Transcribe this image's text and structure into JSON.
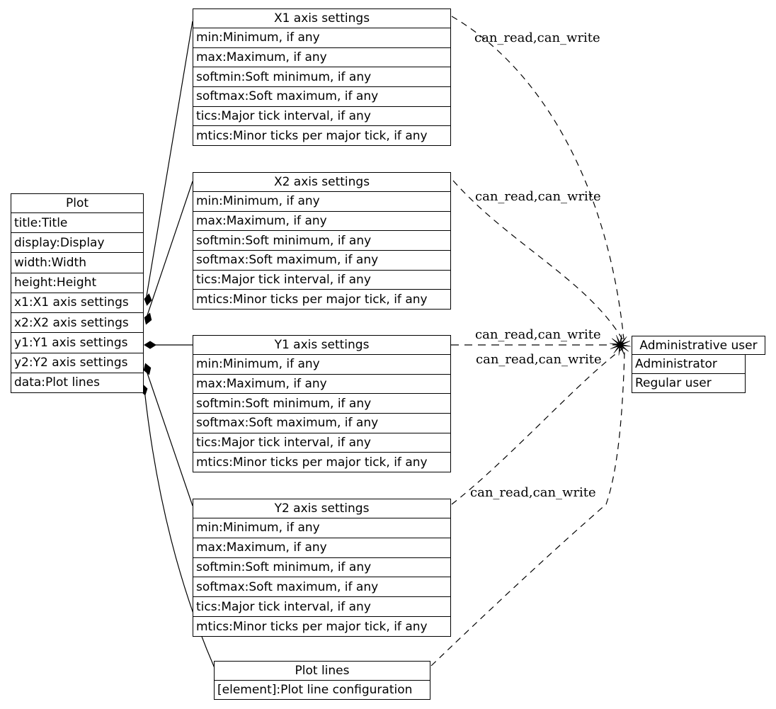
{
  "nodes": {
    "plot": {
      "title": "Plot",
      "fields": [
        "title:Title",
        "display:Display",
        "width:Width",
        "height:Height",
        "x1:X1 axis settings",
        "x2:X2 axis settings",
        "y1:Y1 axis settings",
        "y2:Y2 axis settings",
        "data:Plot lines"
      ]
    },
    "x1_axis": {
      "title": "X1 axis settings",
      "fields": [
        "min:Minimum, if any",
        "max:Maximum, if any",
        "softmin:Soft minimum, if any",
        "softmax:Soft maximum, if any",
        "tics:Major tick interval, if any",
        "mtics:Minor ticks per major tick, if any"
      ]
    },
    "x2_axis": {
      "title": "X2 axis settings",
      "fields": [
        "min:Minimum, if any",
        "max:Maximum, if any",
        "softmin:Soft minimum, if any",
        "softmax:Soft maximum, if any",
        "tics:Major tick interval, if any",
        "mtics:Minor ticks per major tick, if any"
      ]
    },
    "y1_axis": {
      "title": "Y1 axis settings",
      "fields": [
        "min:Minimum, if any",
        "max:Maximum, if any",
        "softmin:Soft minimum, if any",
        "softmax:Soft maximum, if any",
        "tics:Major tick interval, if any",
        "mtics:Minor ticks per major tick, if any"
      ]
    },
    "y2_axis": {
      "title": "Y2 axis settings",
      "fields": [
        "min:Minimum, if any",
        "max:Maximum, if any",
        "softmin:Soft minimum, if any",
        "softmax:Soft maximum, if any",
        "tics:Major tick interval, if any",
        "mtics:Minor ticks per major tick, if any"
      ]
    },
    "plot_lines": {
      "title": "Plot lines",
      "fields": [
        "[element]:Plot line configuration"
      ]
    },
    "admin_user": {
      "title": "Administrative user",
      "fields": [
        "Administrator",
        "Regular user"
      ]
    }
  },
  "edge_labels": [
    {
      "edge": "x1-axis-to-admin-user",
      "text": "can_read,can_write"
    },
    {
      "edge": "x2-axis-to-admin-user",
      "text": "can_read,can_write"
    },
    {
      "edge": "y1-axis-to-admin-user",
      "text": "can_read,can_write"
    },
    {
      "edge": "y2-axis-to-admin-user",
      "text": "can_read,can_write"
    },
    {
      "edge": "plot-lines-to-admin-user",
      "text": "can_read,can_write"
    }
  ],
  "colors": {
    "line": "#000000",
    "background": "#ffffff",
    "text": "#000000"
  }
}
